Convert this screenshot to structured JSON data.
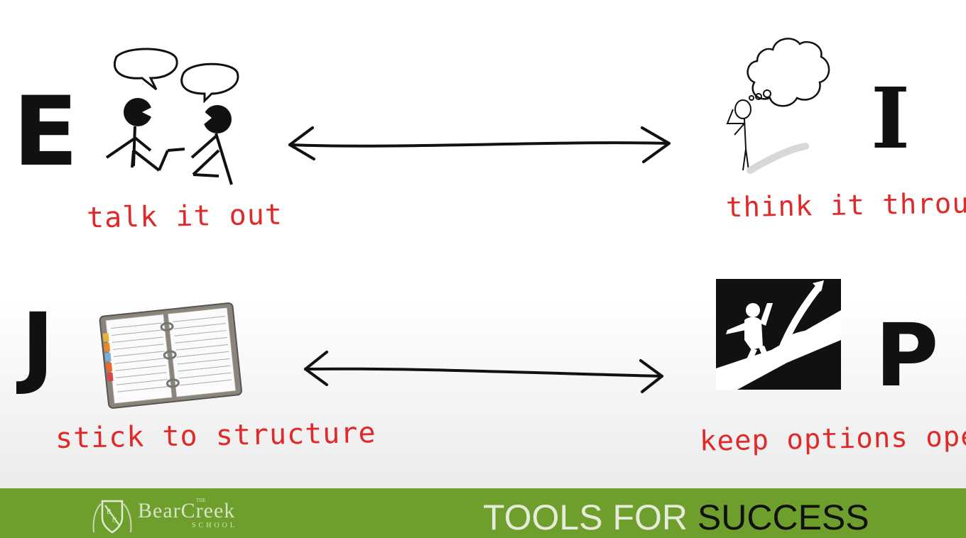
{
  "pairs": {
    "e": {
      "letter": "E",
      "caption": "talk it out"
    },
    "i": {
      "letter": "I",
      "caption": "think it through"
    },
    "j": {
      "letter": "J",
      "caption": "stick to structure"
    },
    "p": {
      "letter": "P",
      "caption": "keep options open"
    }
  },
  "footer": {
    "logo": {
      "the": "THE",
      "name": "BearCreek",
      "school": "SCHOOL"
    },
    "title_part1": "TOOLS FOR ",
    "title_part2": "SUCCESS"
  },
  "colors": {
    "caption": "#e02a2a",
    "footer_bg": "#6e9e2c",
    "title_light": "#e6ecdc",
    "title_dark": "#111111"
  }
}
